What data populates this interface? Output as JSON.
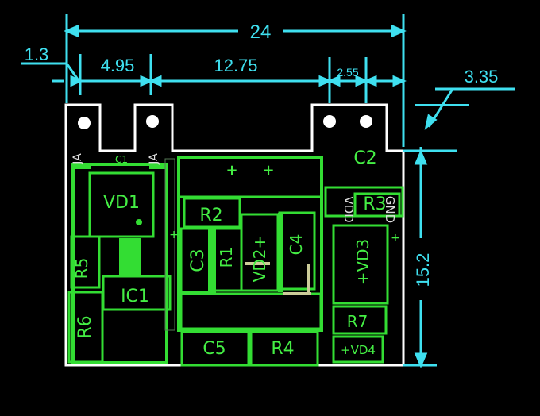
{
  "colors": {
    "background": "#000000",
    "outline": "#ffffff",
    "component": "#33dd33",
    "dimension": "#3fe0f0",
    "silkscreen": "#dddddd"
  },
  "dimensions": {
    "total_width": "24",
    "left_margin": "1.3",
    "gap_1": "4.95",
    "gap_2": "12.75",
    "gap_3": "2.55",
    "right_notch": "3.35",
    "height": "15.2"
  },
  "components": {
    "vd1": "VD1",
    "ic1": "IC1",
    "r1": "R1",
    "r2": "R2",
    "r3": "R3",
    "r4": "R4",
    "r5": "R5",
    "r6": "R6",
    "r7": "R7",
    "c1": "C1",
    "c2": "C2",
    "c3": "C3",
    "c4": "C4",
    "c5": "C5",
    "vd2": "VD2+",
    "vd3": "+VD3",
    "vd4": "+VD4",
    "plus": "+"
  },
  "silkscreen": {
    "ja_left": "JA",
    "ja_right": "JA",
    "gnd": "GND",
    "vdd": "VDD"
  }
}
